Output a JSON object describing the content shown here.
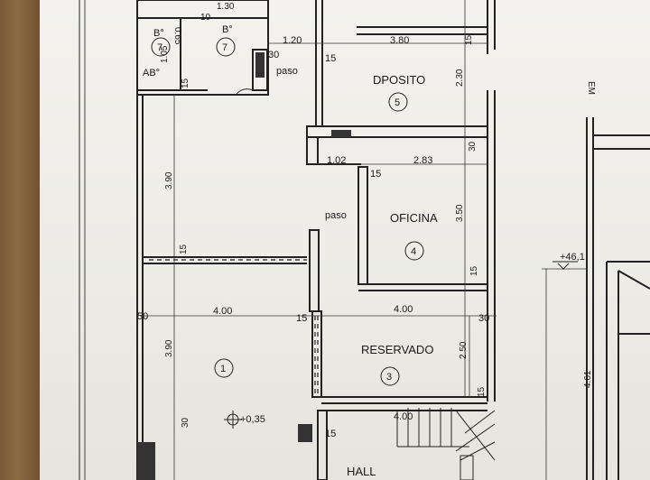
{
  "rooms": {
    "deposito": {
      "name": "DPOSITO",
      "number": "5"
    },
    "oficina": {
      "name": "OFICINA",
      "number": "4"
    },
    "reservado": {
      "name": "RESERVADO",
      "number": "3"
    },
    "room1": {
      "number": "1"
    },
    "hall": {
      "name": "HALL"
    },
    "bano_left": {
      "name": "B°",
      "number": "7"
    },
    "bano_right": {
      "name": "B°",
      "number": "7"
    },
    "ab": {
      "name": "AB°"
    }
  },
  "labels": {
    "paso_top": "paso",
    "paso_mid": "paso",
    "level_1": "+0,35",
    "level_2": "+46,1",
    "em": "EM"
  },
  "dimensions": {
    "top_130": "1.30",
    "top_10": "10",
    "top_065": "0.65",
    "top_105": "1.05",
    "top_15a": "15",
    "top_30": "30",
    "top_120": "1.20",
    "top_380": "3.80",
    "top_15b": "15",
    "top_15c": "15",
    "dep_230": "2.30",
    "dep_102": "1.02",
    "dep_283": "2.83",
    "dep_30": "30",
    "ofi_15": "15",
    "ofi_350": "3.50",
    "ofi_15b": "15",
    "left_390a": "3.90",
    "left_15": "15",
    "left_390b": "3.90",
    "left_30": "30",
    "row_50": "50",
    "row_400a": "4.00",
    "row_15": "15",
    "row_400b": "4.00",
    "row_30": "30",
    "res_250": "2.50",
    "res_15": "15",
    "hall_15": "15",
    "hall_400": "4.00",
    "right_461": "4.61"
  }
}
